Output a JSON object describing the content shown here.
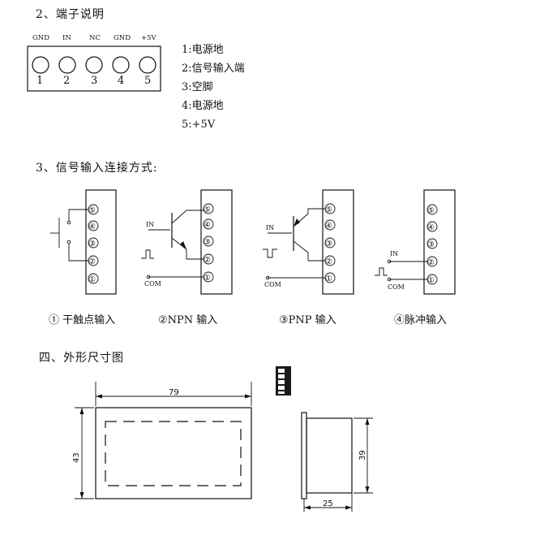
{
  "sections": {
    "terminals_title": "2、端子说明",
    "wiring_title": "3、信号输入连接方式:",
    "dimensions_title": "四、外形尺寸图"
  },
  "terminal_block": {
    "header_labels": [
      "GND",
      "IN",
      "NC",
      "GND",
      "+5V"
    ],
    "pin_numbers": [
      "1",
      "2",
      "3",
      "4",
      "5"
    ]
  },
  "pin_descriptions": [
    "1:电源地",
    "2:信号输入端",
    "3:空脚",
    "4:电源地",
    "5:+5V"
  ],
  "wiring": {
    "terminal_marks": [
      "⑤",
      "④",
      "③",
      "②",
      "①"
    ],
    "in_label": "IN",
    "com_label": "COM",
    "captions": [
      "① 干触点输入",
      "②NPN 输入",
      "③PNP 输入",
      "④脉冲输入"
    ]
  },
  "dimensions": {
    "front_width": "79",
    "front_height": "43",
    "side_depth": "25",
    "side_height": "39"
  }
}
